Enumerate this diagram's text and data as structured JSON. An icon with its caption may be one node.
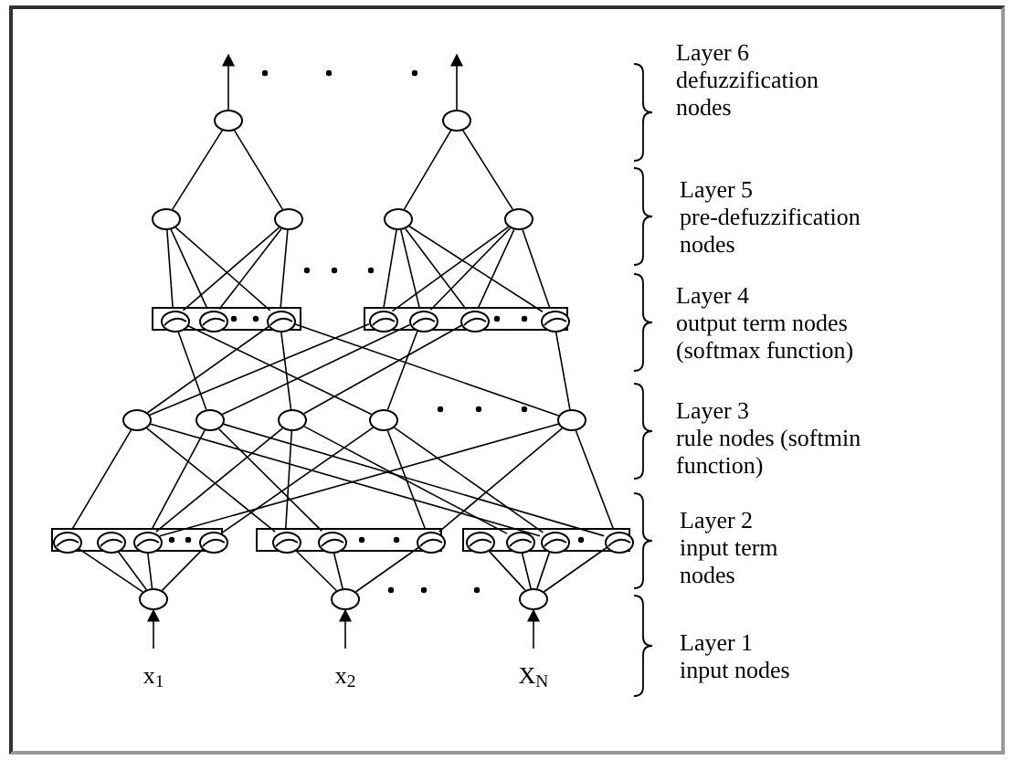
{
  "diagram": {
    "nodes": [
      {
        "text": [],
        "shape": "circle"
      },
      {
        "text": [],
        "shape": "circle"
      },
      {
        "text": [],
        "shape": "circle"
      },
      {
        "text": [],
        "shape": "circle"
      },
      {
        "text": [],
        "shape": "circle"
      },
      {
        "text": [],
        "shape": "circle"
      },
      {
        "text": [],
        "shape": "box"
      },
      {
        "text": [],
        "shape": "circle",
        "in": 6
      },
      {
        "text": [],
        "shape": "circle",
        "in": 6
      },
      {
        "text": [],
        "shape": "circle",
        "in": 6
      },
      {
        "text": [],
        "shape": "box"
      },
      {
        "text": [],
        "shape": "circle",
        "in": 10
      },
      {
        "text": [],
        "shape": "circle",
        "in": 10
      },
      {
        "text": [],
        "shape": "circle",
        "in": 10
      },
      {
        "text": [],
        "shape": "circle",
        "in": 10
      },
      {
        "text": [],
        "shape": "circle"
      },
      {
        "text": [],
        "shape": "circle"
      },
      {
        "text": [],
        "shape": "circle"
      },
      {
        "text": [],
        "shape": "circle"
      },
      {
        "text": [],
        "shape": "circle"
      },
      {
        "text": [],
        "shape": "box"
      },
      {
        "text": [],
        "shape": "circle",
        "in": 20
      },
      {
        "text": [],
        "shape": "circle",
        "in": 20
      },
      {
        "text": [],
        "shape": "circle",
        "in": 20
      },
      {
        "text": [],
        "shape": "circle",
        "in": 20
      },
      {
        "text": [],
        "shape": "box"
      },
      {
        "text": [],
        "shape": "circle",
        "in": 25
      },
      {
        "text": [],
        "shape": "circle",
        "in": 25
      },
      {
        "text": [],
        "shape": "circle",
        "in": 25
      },
      {
        "text": [],
        "shape": "box"
      },
      {
        "text": [],
        "shape": "circle",
        "in": 29
      },
      {
        "text": [],
        "shape": "circle",
        "in": 29
      },
      {
        "text": [],
        "shape": "circle",
        "in": 29
      },
      {
        "text": [],
        "shape": "circle",
        "in": 29
      },
      {
        "text": [],
        "shape": "circle"
      },
      {
        "text": [],
        "shape": "circle"
      },
      {
        "text": [],
        "shape": "circle"
      }
    ],
    "edges": [
      {
        "from": 0,
        "to": null,
        "arrow": "to"
      },
      {
        "from": 1,
        "to": null,
        "arrow": "to"
      },
      {
        "from": 2,
        "to": 0,
        "arrow": "none"
      },
      {
        "from": 3,
        "to": 0,
        "arrow": "none"
      },
      {
        "from": 4,
        "to": 1,
        "arrow": "none"
      },
      {
        "from": 5,
        "to": 1,
        "arrow": "none"
      },
      {
        "from": 7,
        "to": 2,
        "arrow": "none"
      },
      {
        "from": 8,
        "to": 2,
        "arrow": "none"
      },
      {
        "from": 9,
        "to": 2,
        "arrow": "none"
      },
      {
        "from": 7,
        "to": 3,
        "arrow": "none"
      },
      {
        "from": 8,
        "to": 3,
        "arrow": "none"
      },
      {
        "from": 9,
        "to": 3,
        "arrow": "none"
      },
      {
        "from": 11,
        "to": 4,
        "arrow": "none"
      },
      {
        "from": 12,
        "to": 4,
        "arrow": "none"
      },
      {
        "from": 13,
        "to": 4,
        "arrow": "none"
      },
      {
        "from": 14,
        "to": 4,
        "arrow": "none"
      },
      {
        "from": 11,
        "to": 5,
        "arrow": "none"
      },
      {
        "from": 12,
        "to": 5,
        "arrow": "none"
      },
      {
        "from": 13,
        "to": 5,
        "arrow": "none"
      },
      {
        "from": 14,
        "to": 5,
        "arrow": "none"
      },
      {
        "from": 15,
        "to": 9,
        "arrow": "none"
      },
      {
        "from": 15,
        "to": 11,
        "arrow": "none"
      },
      {
        "from": 16,
        "to": 7,
        "arrow": "none"
      },
      {
        "from": 16,
        "to": 12,
        "arrow": "none"
      },
      {
        "from": 17,
        "to": 9,
        "arrow": "none"
      },
      {
        "from": 17,
        "to": 13,
        "arrow": "none"
      },
      {
        "from": 18,
        "to": 7,
        "arrow": "none"
      },
      {
        "from": 18,
        "to": 12,
        "arrow": "none"
      },
      {
        "from": 19,
        "to": 9,
        "arrow": "none"
      },
      {
        "from": 19,
        "to": 14,
        "arrow": "none"
      },
      {
        "from": 21,
        "to": 15,
        "arrow": "none"
      },
      {
        "from": 26,
        "to": 15,
        "arrow": "none"
      },
      {
        "from": 32,
        "to": 15,
        "arrow": "none"
      },
      {
        "from": 23,
        "to": 16,
        "arrow": "none"
      },
      {
        "from": 27,
        "to": 16,
        "arrow": "none"
      },
      {
        "from": 33,
        "to": 16,
        "arrow": "none"
      },
      {
        "from": 23,
        "to": 17,
        "arrow": "none"
      },
      {
        "from": 26,
        "to": 17,
        "arrow": "none"
      },
      {
        "from": 31,
        "to": 17,
        "arrow": "none"
      },
      {
        "from": 24,
        "to": 18,
        "arrow": "none"
      },
      {
        "from": 28,
        "to": 18,
        "arrow": "none"
      },
      {
        "from": 32,
        "to": 18,
        "arrow": "none"
      },
      {
        "from": 23,
        "to": 19,
        "arrow": "none"
      },
      {
        "from": 28,
        "to": 19,
        "arrow": "none"
      },
      {
        "from": 33,
        "to": 19,
        "arrow": "none"
      },
      {
        "from": 34,
        "to": 21,
        "arrow": "none"
      },
      {
        "from": 34,
        "to": 22,
        "arrow": "none"
      },
      {
        "from": 34,
        "to": 23,
        "arrow": "none"
      },
      {
        "from": 34,
        "to": 24,
        "arrow": "none"
      },
      {
        "from": 35,
        "to": 26,
        "arrow": "none"
      },
      {
        "from": 35,
        "to": 27,
        "arrow": "none"
      },
      {
        "from": 35,
        "to": 28,
        "arrow": "none"
      },
      {
        "from": 36,
        "to": 30,
        "arrow": "none"
      },
      {
        "from": 36,
        "to": 31,
        "arrow": "none"
      },
      {
        "from": 36,
        "to": 32,
        "arrow": "none"
      },
      {
        "from": 36,
        "to": 33,
        "arrow": "none"
      },
      {
        "from": null,
        "to": 34,
        "arrow": "to"
      },
      {
        "from": null,
        "to": 35,
        "arrow": "to"
      },
      {
        "from": null,
        "to": 36,
        "arrow": "to"
      }
    ],
    "labels": [
      "Layer 6",
      "defuzzification nodes",
      "Layer 5",
      "pre-defuzzification nodes",
      "Layer 4",
      "output term nodes (softmax function)",
      "Layer 3",
      "rule nodes (softmin function)",
      "Layer 2",
      "input term nodes",
      "Layer 1",
      "input nodes",
      "x$_{1}$",
      "x$_{2}$",
      "X$_{N}$"
    ]
  }
}
